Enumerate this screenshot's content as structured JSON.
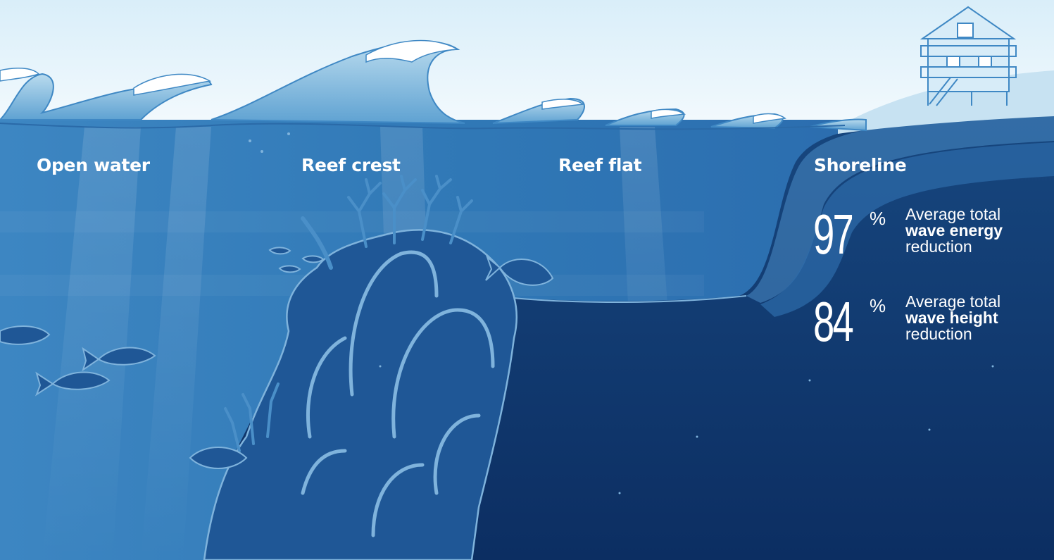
{
  "zones": {
    "open_water": "Open water",
    "reef_crest": "Reef crest",
    "reef_flat": "Reef flat",
    "shoreline": "Shoreline"
  },
  "stats": {
    "energy": {
      "value": "97",
      "unit": "%",
      "line1": "Average total",
      "line2": "wave energy",
      "line3": "reduction"
    },
    "height": {
      "value": "84",
      "unit": "%",
      "line1": "Average total",
      "line2": "wave height",
      "line3": "reduction"
    }
  },
  "colors": {
    "sky": "#e4f2fa",
    "wave_light": "#a9d1e8",
    "water_light": "#3f88c4",
    "water_deep": "#0e356d",
    "reef": "#1f5796",
    "coral_outline": "#7fb3dc",
    "white": "#ffffff"
  },
  "icons": [
    "house-icon",
    "fish-icon",
    "coral-icon",
    "wave-icon"
  ]
}
